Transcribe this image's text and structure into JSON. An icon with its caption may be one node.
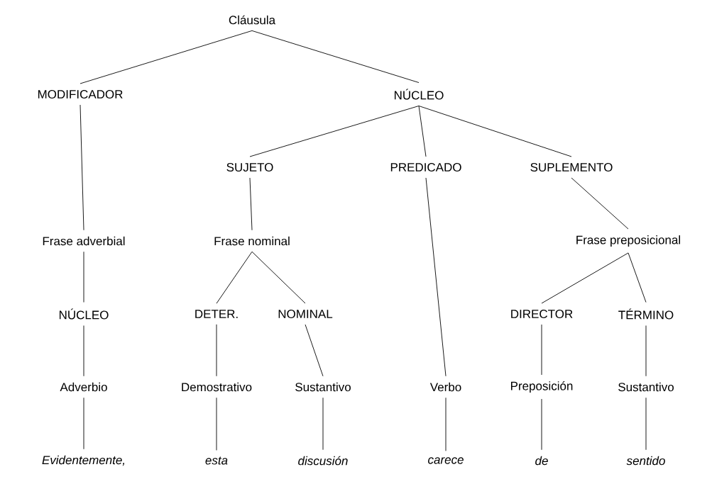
{
  "diagram": {
    "nodes": [
      {
        "text": [
          "Cláusula"
        ]
      },
      {
        "text": [
          "MODIFICADOR"
        ]
      },
      {
        "text": [
          "NÚCLEO"
        ]
      },
      {
        "text": [
          "SUJETO"
        ]
      },
      {
        "text": [
          "PREDICADO"
        ]
      },
      {
        "text": [
          "SUPLEMENTO"
        ]
      },
      {
        "text": [
          "Frase adverbial"
        ]
      },
      {
        "text": [
          "Frase nominal"
        ]
      },
      {
        "text": [
          "Frase preposicional"
        ]
      },
      {
        "text": [
          "NÚCLEO"
        ]
      },
      {
        "text": [
          "DETER."
        ]
      },
      {
        "text": [
          "NOMINAL"
        ]
      },
      {
        "text": [
          "DIRECTOR"
        ]
      },
      {
        "text": [
          "TÉRMINO"
        ]
      },
      {
        "text": [
          "Adverbio"
        ]
      },
      {
        "text": [
          "Demostrativo"
        ]
      },
      {
        "text": [
          "Sustantivo"
        ]
      },
      {
        "text": [
          "Verbo"
        ]
      },
      {
        "text": [
          "Preposición"
        ]
      },
      {
        "text": [
          "Sustantivo"
        ]
      },
      {
        "text": [
          "Evidentemente,"
        ]
      },
      {
        "text": [
          "esta"
        ]
      },
      {
        "text": [
          "discusión"
        ]
      },
      {
        "text": [
          "carece"
        ]
      },
      {
        "text": [
          "de"
        ]
      },
      {
        "text": [
          "sentido"
        ]
      }
    ],
    "edges": [
      {
        "from": 0,
        "to": 1,
        "arrow": "none"
      },
      {
        "from": 0,
        "to": 2,
        "arrow": "none"
      },
      {
        "from": 1,
        "to": 6,
        "arrow": "none"
      },
      {
        "from": 2,
        "to": 3,
        "arrow": "none"
      },
      {
        "from": 2,
        "to": 4,
        "arrow": "none"
      },
      {
        "from": 2,
        "to": 5,
        "arrow": "none"
      },
      {
        "from": 3,
        "to": 7,
        "arrow": "none"
      },
      {
        "from": 4,
        "to": 17,
        "arrow": "none"
      },
      {
        "from": 5,
        "to": 8,
        "arrow": "none"
      },
      {
        "from": 6,
        "to": 9,
        "arrow": "none"
      },
      {
        "from": 7,
        "to": 10,
        "arrow": "none"
      },
      {
        "from": 7,
        "to": 11,
        "arrow": "none"
      },
      {
        "from": 8,
        "to": 12,
        "arrow": "none"
      },
      {
        "from": 8,
        "to": 13,
        "arrow": "none"
      },
      {
        "from": 9,
        "to": 14,
        "arrow": "none"
      },
      {
        "from": 10,
        "to": 15,
        "arrow": "none"
      },
      {
        "from": 11,
        "to": 16,
        "arrow": "none"
      },
      {
        "from": 12,
        "to": 18,
        "arrow": "none"
      },
      {
        "from": 13,
        "to": 19,
        "arrow": "none"
      },
      {
        "from": 14,
        "to": 20,
        "arrow": "none"
      },
      {
        "from": 15,
        "to": 21,
        "arrow": "none"
      },
      {
        "from": 16,
        "to": 22,
        "arrow": "none"
      },
      {
        "from": 17,
        "to": 23,
        "arrow": "none"
      },
      {
        "from": 18,
        "to": 24,
        "arrow": "none"
      },
      {
        "from": 19,
        "to": 25,
        "arrow": "none"
      }
    ]
  }
}
